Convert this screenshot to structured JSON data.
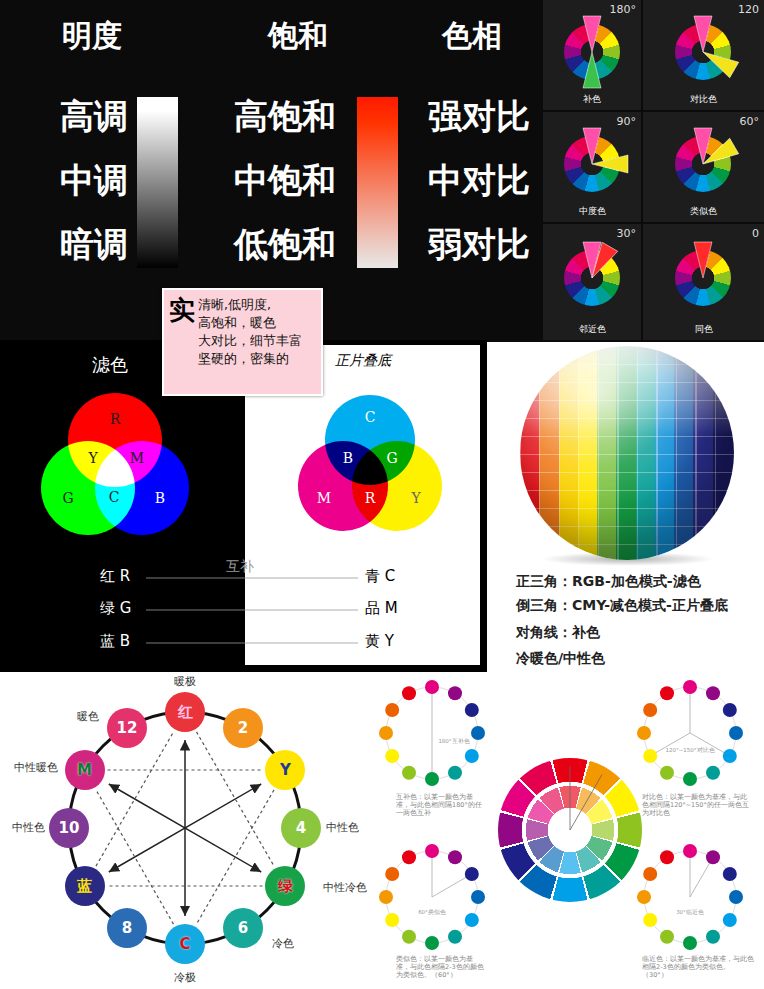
{
  "diagram": {
    "nodes": [
      {
        "text": [
          "180°",
          "补色"
        ]
      },
      {
        "text": [
          "120",
          "对比色"
        ]
      },
      {
        "text": [
          "90°",
          "中度色"
        ]
      },
      {
        "text": [
          "60°",
          "类似色"
        ]
      },
      {
        "text": [
          "30°",
          "邻近色"
        ]
      },
      {
        "text": [
          "0",
          "同色"
        ]
      },
      {
        "text": [
          "实",
          "清晰,低明度, 高饱和，暖色 大对比，细节丰富 坚硬的，密集的"
        ]
      },
      {
        "text": [
          "正片叠底"
        ]
      },
      {
        "text": [
          "红"
        ]
      },
      {
        "text": [
          "2"
        ]
      },
      {
        "text": [
          "Y"
        ]
      },
      {
        "text": [
          "4"
        ]
      },
      {
        "text": [
          "绿"
        ]
      },
      {
        "text": [
          "6"
        ]
      },
      {
        "text": [
          "C"
        ]
      },
      {
        "text": [
          "8"
        ]
      },
      {
        "text": [
          "蓝"
        ]
      },
      {
        "text": [
          "10"
        ]
      },
      {
        "text": [
          "M"
        ]
      },
      {
        "text": [
          "12"
        ]
      }
    ],
    "edges": [
      {
        "from": 8,
        "to": 14,
        "arrow": "both"
      },
      {
        "from": 10,
        "to": 16,
        "arrow": "both"
      },
      {
        "from": 18,
        "to": 12,
        "arrow": "both"
      },
      {
        "from": 8,
        "to": 12,
        "arrow": "none"
      },
      {
        "from": 12,
        "to": 16,
        "arrow": "none"
      },
      {
        "from": 16,
        "to": 8,
        "arrow": "none"
      },
      {
        "from": 18,
        "to": 10,
        "arrow": "none"
      },
      {
        "from": 10,
        "to": 14,
        "arrow": "none"
      },
      {
        "from": 14,
        "to": 18,
        "arrow": "none"
      }
    ],
    "labels": [
      "明度",
      "饱和",
      "色相",
      "高调",
      "中调",
      "暗调",
      "高饱和",
      "中饱和",
      "低饱和",
      "强对比",
      "中对比",
      "弱对比",
      "滤色",
      "R",
      "Y",
      "M",
      "G",
      "C",
      "B",
      "C",
      "B",
      "G",
      "M",
      "R",
      "Y",
      "红 R",
      "绿 G",
      "蓝 B",
      "互补",
      "青 C",
      "品 M",
      "黄 Y",
      "正三角：RGB-加色模式-滤色",
      "倒三角：CMY-减色模式-正片叠底",
      "对角线：补色",
      "冷暖色/中性色",
      "暖极",
      "暖色",
      "中性暖色",
      "中性色",
      "中性色",
      "中性冷色",
      "冷色",
      "冷极",
      "互补色：以某一颜色为基准，与此色相间隔180°的任一两色互补",
      "180°互补色",
      "对比色：以某一颜色为基准，与此色相间隔120°~150°的任一两色互为对比色",
      "120°~150°对比色",
      "类似色：以某一颜色为基准，与此色相隔2-3色的颜色为类似色。（60°）",
      "60°类似色",
      "临近色：以某一颜色为基准，与此色相隔2-3色的颜色为类似色。（30°）",
      "30°临近色"
    ]
  }
}
